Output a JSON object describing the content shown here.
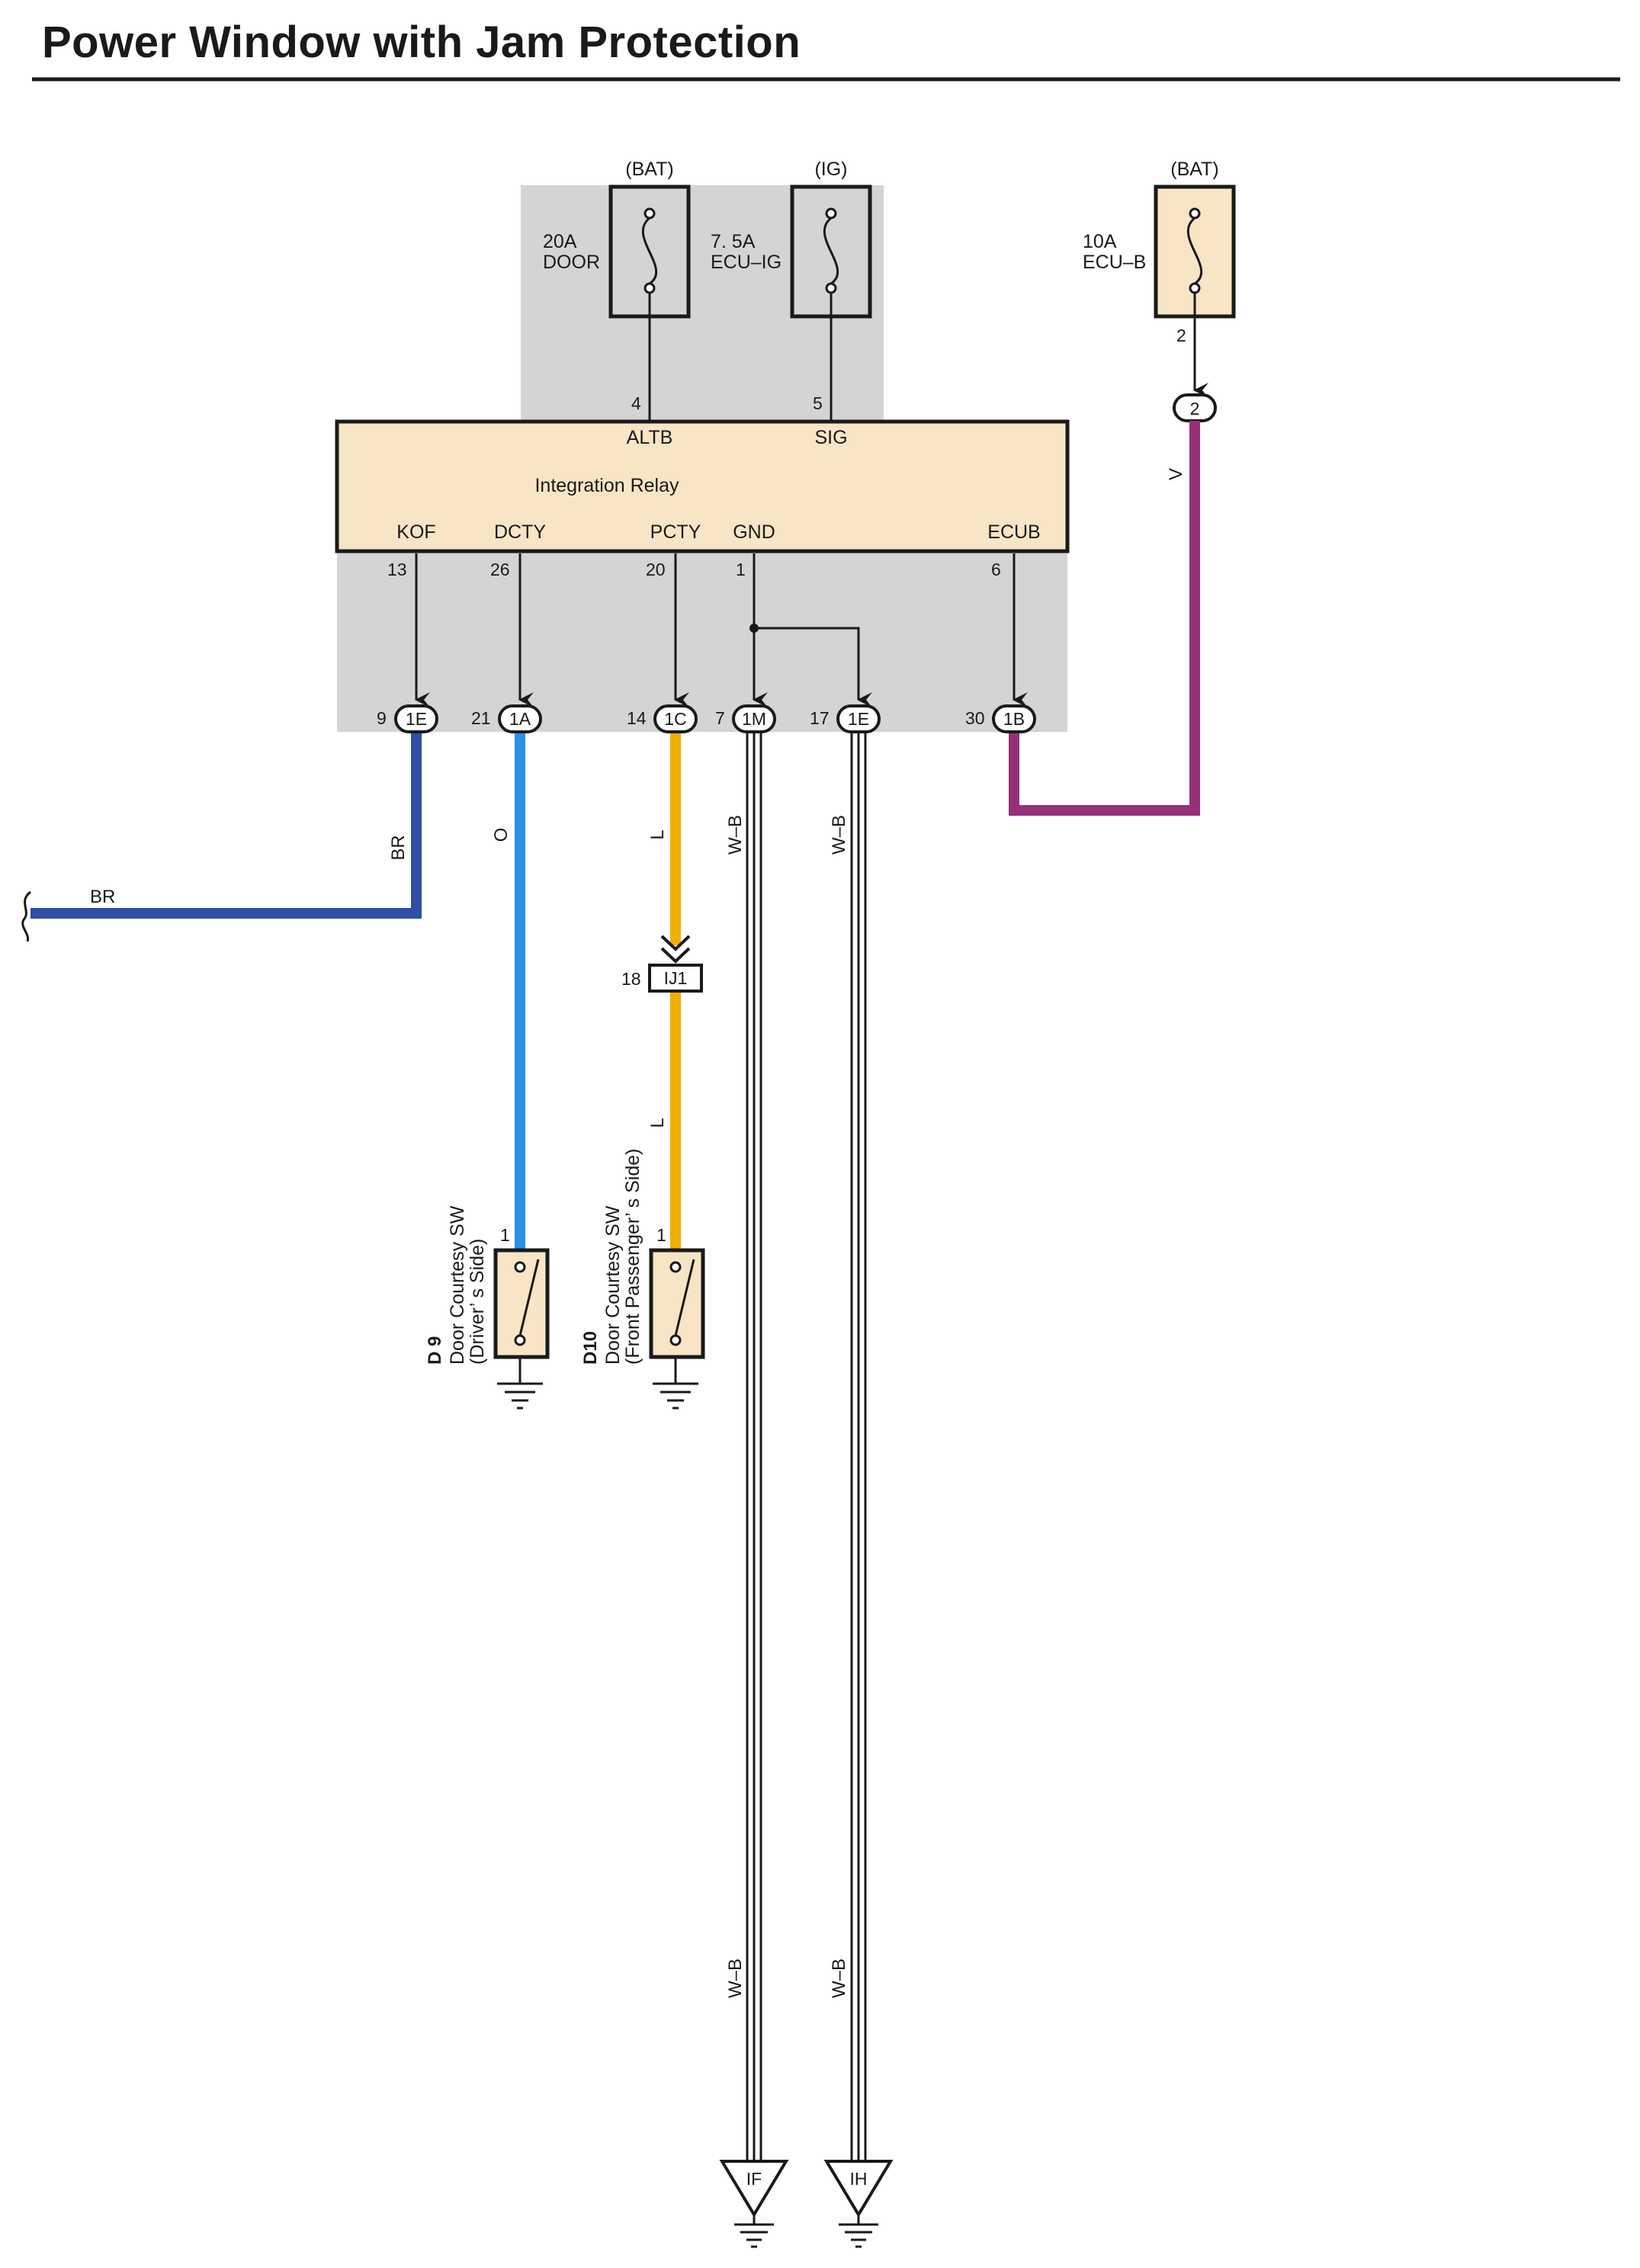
{
  "title": "Power Window with Jam Protection",
  "colors": {
    "grey_area": "#d4d4d4",
    "component_fill": "#f7e5c5",
    "wire_br": "#2e4fa3",
    "wire_o": "#2e8fe6",
    "wire_l": "#f0b000",
    "wire_v": "#96307a",
    "wire_wb": "#1a1a1a"
  },
  "fuses": [
    {
      "source": "(BAT)",
      "rating": "20A",
      "name": "DOOR",
      "pin": "4",
      "terminal": "ALTB"
    },
    {
      "source": "(IG)",
      "rating": "7. 5A",
      "name": "ECU–IG",
      "pin": "5",
      "terminal": "SIG"
    },
    {
      "source": "(BAT)",
      "rating": "10A",
      "name": "ECU–B",
      "pin": "2"
    }
  ],
  "relay": {
    "name": "Integration Relay",
    "terminals": [
      {
        "name": "KOF",
        "pin": "13"
      },
      {
        "name": "DCTY",
        "pin": "26"
      },
      {
        "name": "PCTY",
        "pin": "20"
      },
      {
        "name": "GND",
        "pin": "1"
      },
      {
        "name": "ECUB",
        "pin": "6"
      }
    ]
  },
  "connectors": [
    {
      "pin": "9",
      "id": "1E"
    },
    {
      "pin": "21",
      "id": "1A"
    },
    {
      "pin": "14",
      "id": "1C"
    },
    {
      "pin": "7",
      "id": "1M"
    },
    {
      "pin": "17",
      "id": "1E"
    },
    {
      "pin": "30",
      "id": "1B"
    },
    {
      "id": "2"
    }
  ],
  "wire_labels": {
    "br": "BR",
    "o": "O",
    "l": "L",
    "wb": "W–B",
    "v": "V"
  },
  "junction": {
    "id": "IJ1",
    "pin": "18"
  },
  "switches": [
    {
      "code": "D 9",
      "name": "Door Courtesy SW",
      "side": "(Driver’ s Side)",
      "pin": "1"
    },
    {
      "code": "D10",
      "name": "Door Courtesy SW",
      "side": "(Front Passenger’ s Side)",
      "pin": "1"
    }
  ],
  "grounds": [
    {
      "id": "IF"
    },
    {
      "id": "IH"
    }
  ]
}
